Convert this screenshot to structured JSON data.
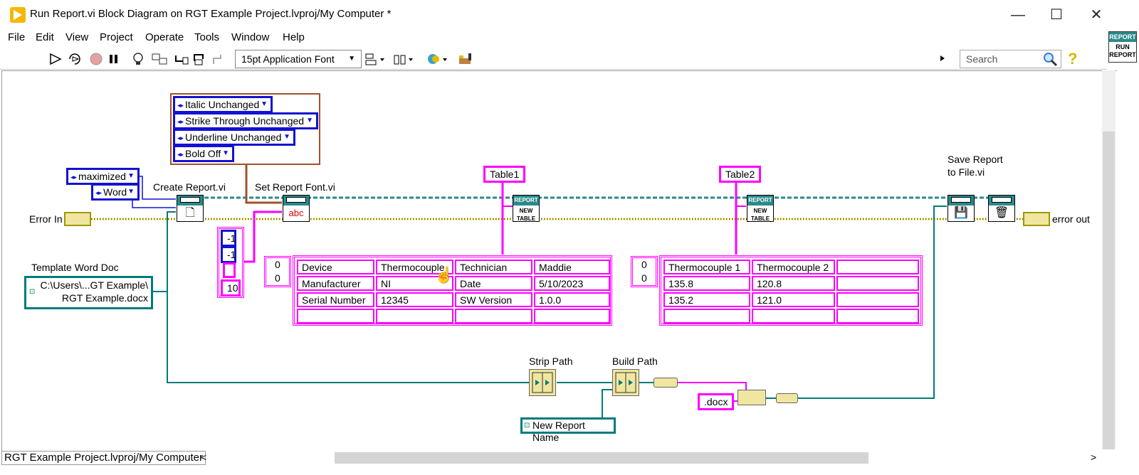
{
  "window": {
    "title": "Run Report.vi Block Diagram on RGT Example Project.lvproj/My Computer *",
    "minimize_glyph": "—",
    "maximize_glyph": "☐",
    "close_glyph": "✕"
  },
  "menu": [
    "File",
    "Edit",
    "View",
    "Project",
    "Operate",
    "Tools",
    "Window",
    "Help"
  ],
  "toolbar": {
    "font_select": "15pt Application Font",
    "search_placeholder": "Search",
    "vi_icon_line1": "REPORT",
    "vi_icon_line2": "RUN",
    "vi_icon_line3": "REPORT"
  },
  "diagram": {
    "font_enums": [
      "Italic Unchanged",
      "Strike Through Unchanged",
      "Underline Unchanged",
      "Bold Off"
    ],
    "window_state_enum": "maximized",
    "report_type_enum": "Word",
    "create_report_label": "Create Report.vi",
    "set_font_label": "Set Report Font.vi",
    "error_in_label": "Error In",
    "error_out_label": "error out",
    "template_label": "Template Word Doc",
    "template_path_line1": "C:\\Users\\...GT Example\\",
    "template_path_line2": "RGT Example.docx",
    "array_consts": [
      "-1",
      "-1",
      "",
      "10"
    ],
    "table1_label": "Table1",
    "table2_label": "Table2",
    "new_table_top": "REPORT",
    "new_table_body": "NEW TABLE",
    "save_report_label": "Save Report to File.vi",
    "table1_index": [
      "0",
      "0"
    ],
    "table1": [
      [
        "Device",
        "Thermocouple",
        "Technician",
        "Maddie"
      ],
      [
        "Manufacturer",
        "NI",
        "Date",
        "5/10/2023"
      ],
      [
        "Serial Number",
        "12345",
        "SW Version",
        "1.0.0"
      ],
      [
        "",
        "",
        "",
        ""
      ]
    ],
    "table2_index": [
      "0",
      "0"
    ],
    "table2": [
      [
        "Thermocouple 1",
        "Thermocouple 2",
        ""
      ],
      [
        "135.8",
        "120.8",
        ""
      ],
      [
        "135.2",
        "121.0",
        ""
      ],
      [
        "",
        "",
        ""
      ]
    ],
    "strip_path_label": "Strip Path",
    "build_path_label": "Build Path",
    "docx_const": ".docx",
    "new_report_name": "New Report Name"
  },
  "status": {
    "path": "RGT Example Project.lvproj/My Computer",
    "scroll_left": "<",
    "scroll_right": ">"
  },
  "colors": {
    "wire_error": "#d4c400",
    "wire_string": "#ff00ff",
    "wire_path": "#007b7b",
    "wire_refnum": "#2a8a8a",
    "enum_blue": "#1212d2",
    "cluster_brown": "#a0522d"
  }
}
